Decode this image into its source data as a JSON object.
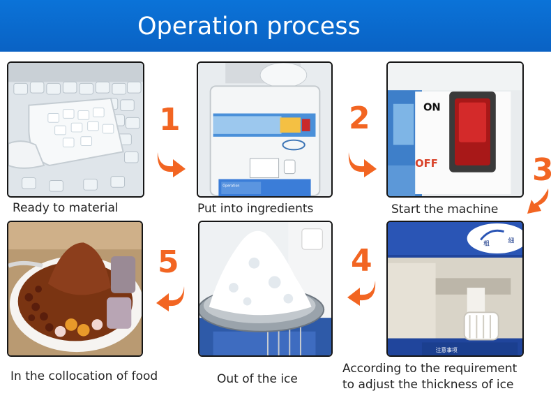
{
  "header": {
    "title": "Operation process"
  },
  "steps": [
    {
      "number": "1",
      "caption": "Ready to material"
    },
    {
      "number": "2",
      "caption": "Put into ingredients"
    },
    {
      "number": "3",
      "caption": "Start the machine"
    },
    {
      "number": "4",
      "caption_line1": "According to the requirement",
      "caption_line2": "to adjust the thickness of ice"
    },
    {
      "number": "5",
      "caption": "Out of the ice"
    },
    {
      "caption": "In the collocation of food"
    }
  ],
  "switch": {
    "on_label": "ON",
    "off_label": "OFF"
  },
  "knob": {
    "label_left": "粗",
    "label_right": "细"
  },
  "machine": {
    "panel_label": "Operation",
    "notice_label": "注意事项"
  },
  "colors": {
    "banner": "#0a62c4",
    "accent": "#f26522",
    "border": "#151515"
  }
}
